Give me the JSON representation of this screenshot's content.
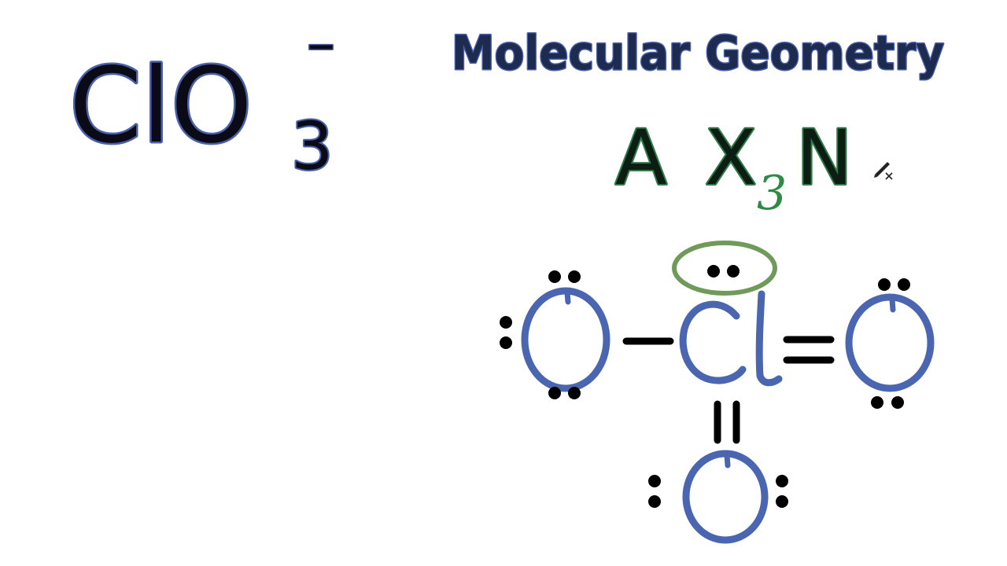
{
  "formula": {
    "element_symbol": "ClO",
    "subscript": "3",
    "charge": "–"
  },
  "header": {
    "title": "Molecular Geometry"
  },
  "axe_notation": {
    "a": "A",
    "x": "X",
    "x_subscript": "3",
    "n": "N"
  },
  "structure": {
    "central_atom": "Cl",
    "left_atom": "O",
    "right_atom": "O",
    "bottom_atom": "O",
    "left_bond": "single",
    "right_bond": "double",
    "bottom_bond": "double",
    "highlighted": "lone pair on Cl"
  },
  "colors": {
    "text_dark": "#0b0b18",
    "formula_outline": "#4a60a8",
    "title_fill": "#1c2b4f",
    "axe_fill": "#0c1d14",
    "axe_outline": "#2f7a45",
    "subscript_green": "#2e8a45",
    "drawing_blue": "#4a66b0",
    "highlight_green": "#6f9a5a",
    "electron_dot": "#000000"
  },
  "icons": {
    "cursor": "pen-cursor-icon"
  }
}
